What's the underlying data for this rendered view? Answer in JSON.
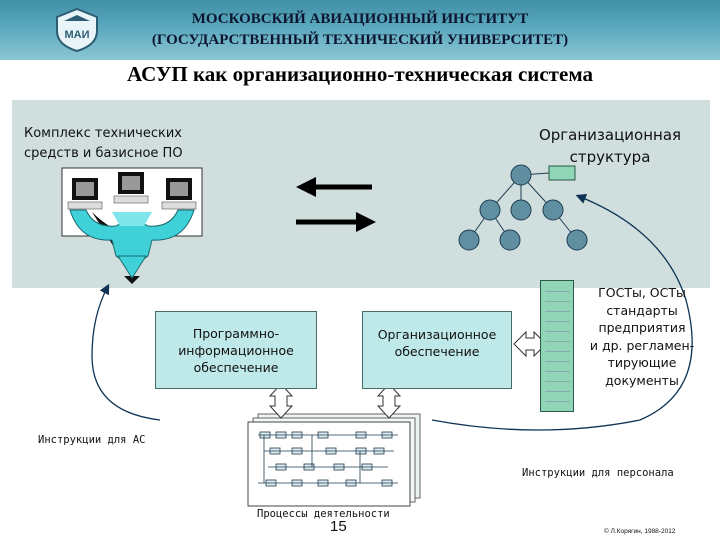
{
  "header": {
    "line1": "МОСКОВСКИЙ АВИАЦИОННЫЙ ИНСТИТУТ",
    "line2": "(ГОСУДАРСТВЕННЫЙ ТЕХНИЧЕСКИЙ УНИВЕРСИТЕТ)",
    "logo_text": "МАИ"
  },
  "title": "АСУП как организационно-техническая система",
  "labels": {
    "hardware_line1": "Комплекс технических",
    "hardware_line2": "средств и базисное ПО",
    "org_line1": "Организационная",
    "org_line2": "структура",
    "standards": [
      "ГОСТы, ОСТы",
      "стандарты",
      "предприятия",
      "и др. регламен-",
      "тирующие",
      "документы"
    ],
    "instr_as": "Инструкции для АС",
    "instr_personnel": "Инструкции для персонала",
    "processes": "Процессы деятельности",
    "page_number": "15",
    "copyright": "© Л.Корягин, 1988-2012"
  },
  "boxes": {
    "software_line1": "Программно-",
    "software_line2": "информационное",
    "software_line3": "обеспечение",
    "org_support_line1": "Организационное",
    "org_support_line2": "обеспечение"
  },
  "colors": {
    "header": "#5aa8bd",
    "panel": "#d0dede",
    "box_fill": "#bfe9e9",
    "node_fill": "#5f8fa0",
    "accent_green": "#8fd5b6"
  },
  "icons": [
    "mai-logo-icon",
    "computer-network-icon",
    "arrow-left-icon",
    "arrow-right-icon",
    "org-tree-icon",
    "document-stack-icon",
    "process-chart-icon"
  ]
}
